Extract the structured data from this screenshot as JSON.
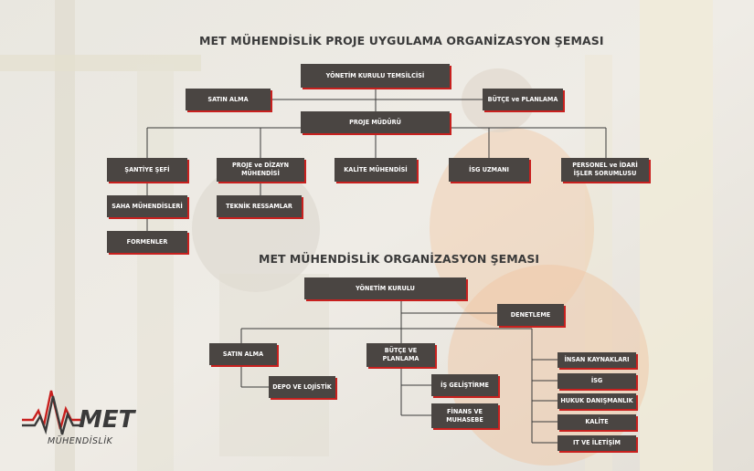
{
  "titles": {
    "project": "MET MÜHENDİSLİK PROJE UYGULAMA ORGANİZASYON ŞEMASI",
    "company": "MET MÜHENDİSLİK  ORGANİZASYON ŞEMASI"
  },
  "project_chart": {
    "yonetim_kurulu_temsilcisi": "YÖNETİM KURULU TEMSİLCİSİ",
    "satin_alma": "SATIN ALMA",
    "butce_planlama": "BÜTÇE ve PLANLAMA",
    "proje_muduru": "PROJE MÜDÜRÜ",
    "santiye_sefi": "ŞANTİYE ŞEFİ",
    "proje_dizayn": "PROJE ve DİZAYN\nMÜHENDİSİ",
    "kalite_muhendisi": "KALİTE MÜHENDİSİ",
    "isg_uzmani": "İSG UZMANI",
    "personel_idari": "PERSONEL ve İDARİ\nİŞLER SORUMLUSU",
    "saha_muhendisleri": "SAHA MÜHENDİSLERİ",
    "teknik_ressamlar": "TEKNİK RESSAMLAR",
    "formenler": "FORMENLER"
  },
  "company_chart": {
    "yonetim_kurulu": "YÖNETİM KURULU",
    "denetleme": "DENETLEME",
    "satin_alma": "SATIN ALMA",
    "butce_planlama": "BÜTÇE VE\nPLANLAMA",
    "depo_lojistik": "DEPO VE LOJİSTİK",
    "is_gelistirme": "İŞ GELİŞTİRME",
    "finans_muhasebe": "FİNANS VE\nMUHASEBE",
    "insan_kaynaklari": "İNSAN KAYNAKLARI",
    "isg": "İSG",
    "hukuk": "HUKUK DANIŞMANLIK",
    "kalite": "KALİTE",
    "it_iletisim": "IT VE İLETİŞİM"
  },
  "logo": {
    "name": "MET",
    "subtitle": "MÜHENDİSLİK"
  },
  "colors": {
    "box": "#4a4542",
    "accent": "#c8201e",
    "line": "#3a3a3a",
    "title": "#3a3a3a"
  }
}
